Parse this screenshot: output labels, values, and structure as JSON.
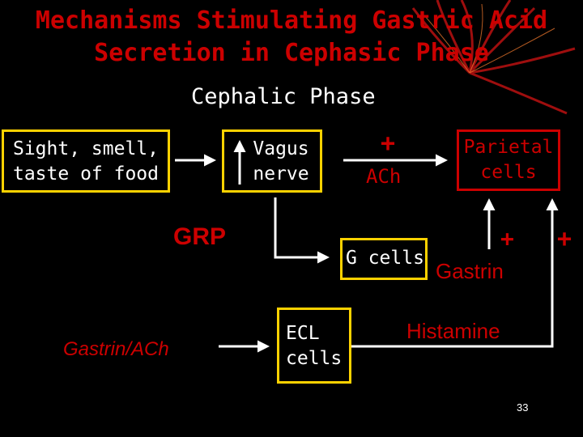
{
  "title_line1": "Mechanisms Stimulating Gastric Acid",
  "title_line2": "Secretion in Cephasic Phase",
  "subtitle": "Cephalic Phase",
  "nodes": {
    "sight_line1": "Sight, smell,",
    "sight_line2": "taste of food",
    "vagus_line1": "Vagus",
    "vagus_line2": "nerve",
    "parietal_line1": "Parietal",
    "parietal_line2": "cells",
    "gcells": "G cells",
    "ecl_line1": "ECL",
    "ecl_line2": "cells"
  },
  "labels": {
    "plus_ach": "+",
    "ach": "ACh",
    "grp": "GRP",
    "plus_gastrin": "+",
    "gastrin": "Gastrin",
    "plus_histamine": "+",
    "histamine": "Histamine",
    "gastrin_ach": "Gastrin/ACh"
  },
  "page_number": "33",
  "colors": {
    "background": "#000000",
    "title": "#cc0000",
    "yellow_box": "#ffd200",
    "red_box": "#cc0000",
    "arrow": "#ffffff"
  }
}
